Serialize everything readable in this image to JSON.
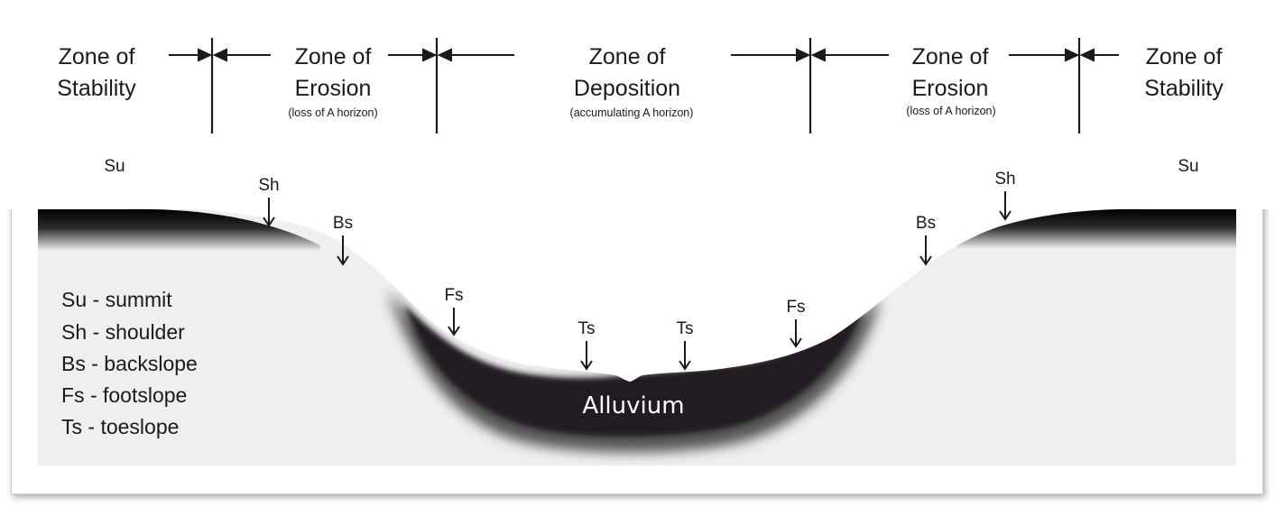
{
  "zones": [
    {
      "title1": "Zone of",
      "title2": "Stability",
      "sub": ""
    },
    {
      "title1": "Zone of",
      "title2": "Erosion",
      "sub": "(loss of A horizon)"
    },
    {
      "title1": "Zone of",
      "title2": "Deposition",
      "sub": "(accumulating A horizon)"
    },
    {
      "title1": "Zone of",
      "title2": "Erosion",
      "sub": "(loss of A horizon)"
    },
    {
      "title1": "Zone of",
      "title2": "Stability",
      "sub": ""
    }
  ],
  "positions": {
    "su_left": "Su",
    "sh_left": "Sh",
    "bs_left": "Bs",
    "fs_left": "Fs",
    "ts_left": "Ts",
    "ts_right": "Ts",
    "fs_right": "Fs",
    "bs_right": "Bs",
    "sh_right": "Sh",
    "su_right": "Su"
  },
  "legend": [
    "Su - summit",
    "Sh - shoulder",
    "Bs - backslope",
    "Fs - footslope",
    "Ts - toeslope"
  ],
  "alluvium_label": "Alluvium",
  "colors": {
    "ground": "#efefef",
    "soil_dark": "#231f20",
    "text": "#1a1a1a"
  }
}
